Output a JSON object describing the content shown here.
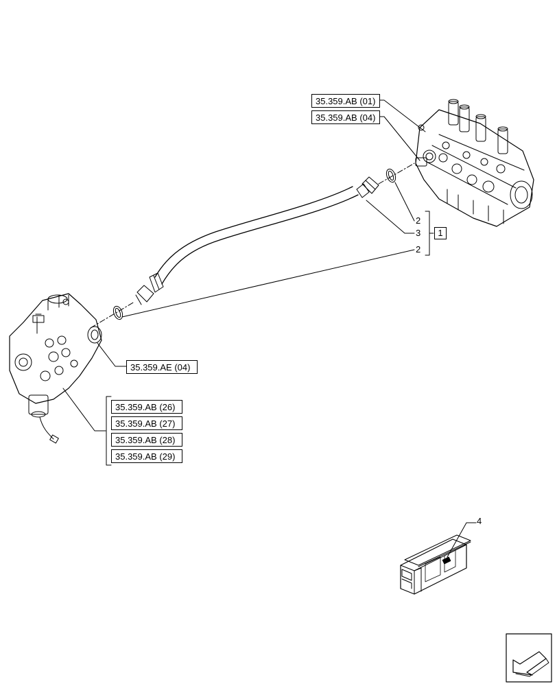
{
  "references": {
    "top_valve": [
      "35.359.AB (01)",
      "35.359.AB (04)"
    ],
    "left_valve_port": "35.359.AE (04)",
    "left_valve_group": [
      "35.359.AB (26)",
      "35.359.AB (27)",
      "35.359.AB (28)",
      "35.359.AB (29)"
    ]
  },
  "callouts": {
    "oring_top": "2",
    "hose": "3",
    "oring_bottom": "2",
    "kit": "1",
    "crate": "4"
  },
  "icons": {
    "navigation": "arrow-back-icon"
  }
}
